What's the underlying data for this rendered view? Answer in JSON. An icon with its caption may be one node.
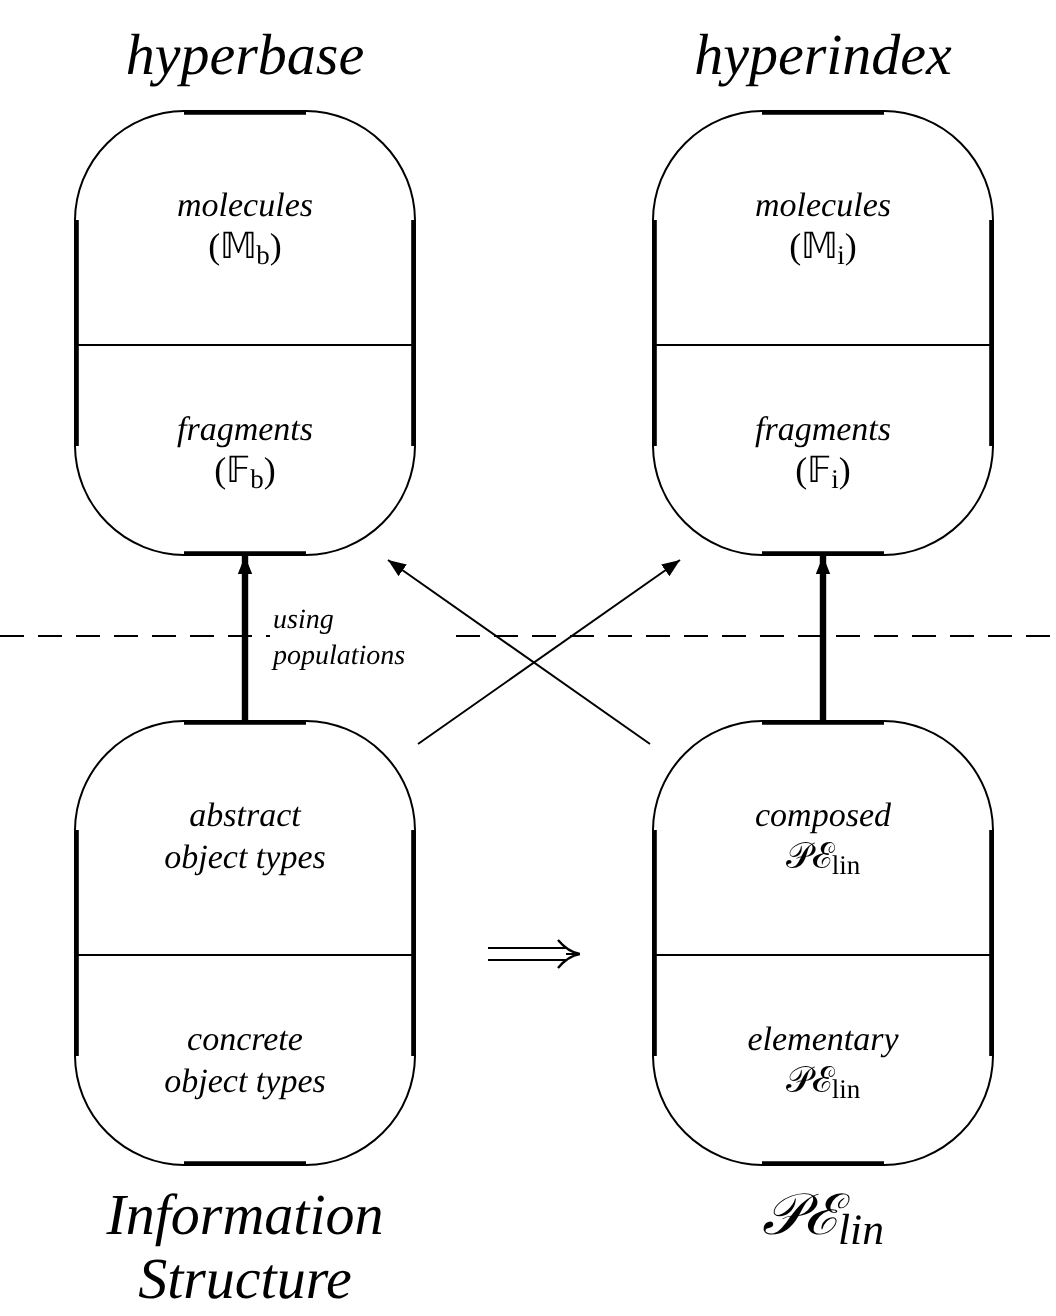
{
  "diagram": {
    "nodes": [
      {
        "text": [
          "hyperbase"
        ]
      },
      {
        "text": [
          "molecules",
          "(𝕄$_{b}$)"
        ],
        "in": 0
      },
      {
        "text": [
          "fragments",
          "(𝔽$_{b}$)"
        ],
        "in": 0
      },
      {
        "text": [
          "hyperindex"
        ]
      },
      {
        "text": [
          "molecules",
          "(𝕄$_{i}$)"
        ],
        "in": 3
      },
      {
        "text": [
          "fragments",
          "(𝔽$_{i}$)"
        ],
        "in": 3
      },
      {
        "text": [
          "Information Structure"
        ]
      },
      {
        "text": [
          "abstract object types"
        ],
        "in": 6
      },
      {
        "text": [
          "concrete object types"
        ],
        "in": 6
      },
      {
        "text": [
          "𝒫ℰ$_{lin}$"
        ]
      },
      {
        "text": [
          "composed",
          "𝒫ℰ$_{lin}$"
        ],
        "in": 9
      },
      {
        "text": [
          "elementary",
          "𝒫ℰ$_{lin}$"
        ],
        "in": 9
      }
    ],
    "edges": [
      {
        "from": 6,
        "to": 0,
        "arrow": "to",
        "label": "using populations",
        "style": "thick"
      },
      {
        "from": 9,
        "to": 3,
        "arrow": "to",
        "style": "thick"
      },
      {
        "from": 6,
        "to": 3,
        "arrow": "to"
      },
      {
        "from": 9,
        "to": 0,
        "arrow": "to"
      },
      {
        "from": 6,
        "to": 9,
        "arrow": "to"
      }
    ]
  }
}
